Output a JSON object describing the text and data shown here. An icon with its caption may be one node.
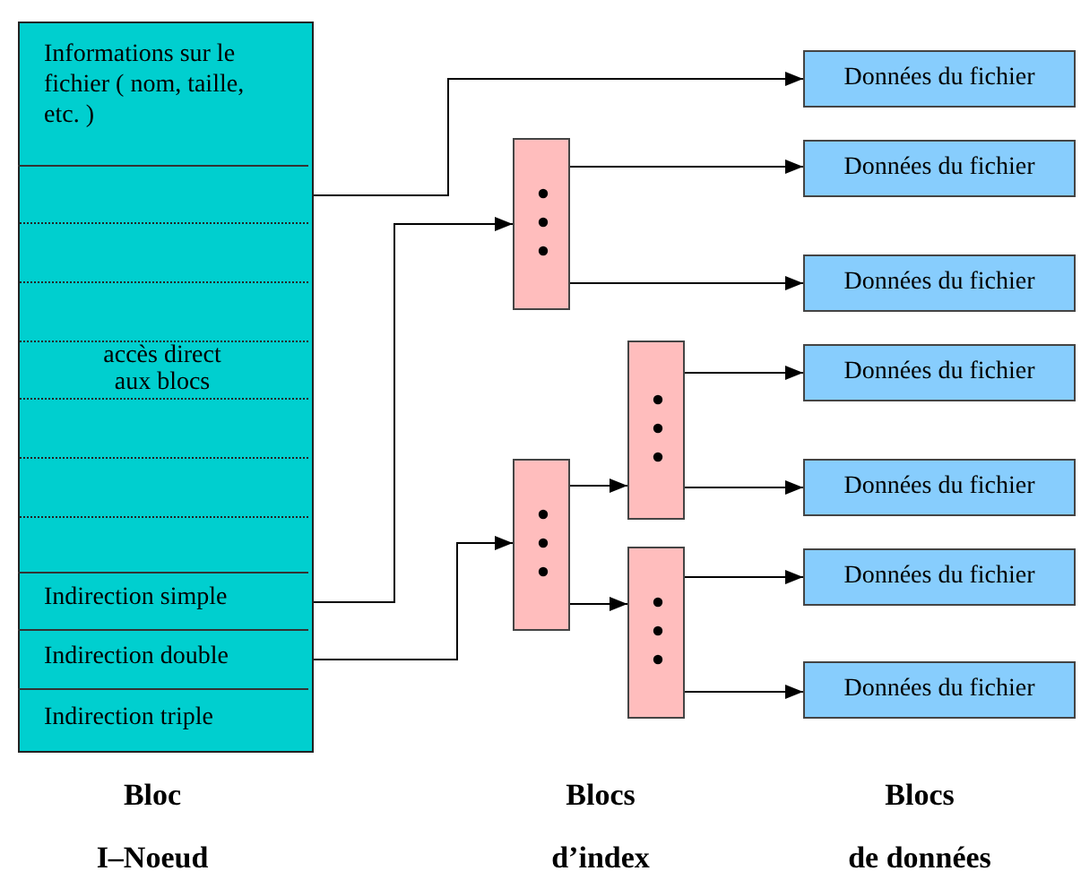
{
  "diagram": {
    "nodes": [
      {
        "text": [],
        "shape": "box"
      },
      {
        "text": [
          "Informations sur le fichier ( nom, taille, etc. )"
        ],
        "in": 0
      },
      {
        "text": [],
        "shape": "box",
        "in": 0
      },
      {
        "text": [
          "accès direct aux blocs"
        ],
        "in": 0
      },
      {
        "text": [
          "Indirection simple"
        ],
        "in": 0
      },
      {
        "text": [
          "Indirection double"
        ],
        "in": 0
      },
      {
        "text": [
          "Indirection triple"
        ],
        "in": 0
      },
      {
        "text": [],
        "shape": "box"
      },
      {
        "text": [],
        "shape": "box"
      },
      {
        "text": [],
        "shape": "box"
      },
      {
        "text": [],
        "shape": "box"
      },
      {
        "text": [
          "Données du fichier"
        ]
      },
      {
        "text": [
          "Données du fichier"
        ]
      },
      {
        "text": [
          "Données du fichier"
        ]
      },
      {
        "text": [
          "Données du fichier"
        ]
      },
      {
        "text": [
          "Données du fichier"
        ]
      },
      {
        "text": [
          "Données du fichier"
        ]
      },
      {
        "text": [
          "Données du fichier"
        ]
      }
    ],
    "edges": [
      {
        "from": 2,
        "to": 11,
        "arrow": "to"
      },
      {
        "from": 4,
        "to": 7,
        "arrow": "to"
      },
      {
        "from": 7,
        "to": 12,
        "arrow": "to"
      },
      {
        "from": 7,
        "to": 13,
        "arrow": "to"
      },
      {
        "from": 5,
        "to": 9,
        "arrow": "to"
      },
      {
        "from": 9,
        "to": 8,
        "arrow": "to"
      },
      {
        "from": 9,
        "to": 10,
        "arrow": "to"
      },
      {
        "from": 8,
        "to": 14,
        "arrow": "to"
      },
      {
        "from": 8,
        "to": 15,
        "arrow": "to"
      },
      {
        "from": 10,
        "to": 16,
        "arrow": "to"
      },
      {
        "from": 10,
        "to": 17,
        "arrow": "to"
      }
    ],
    "labels": [
      "Bloc I–Noeud",
      "Blocs d’index",
      "Blocs de données"
    ]
  }
}
